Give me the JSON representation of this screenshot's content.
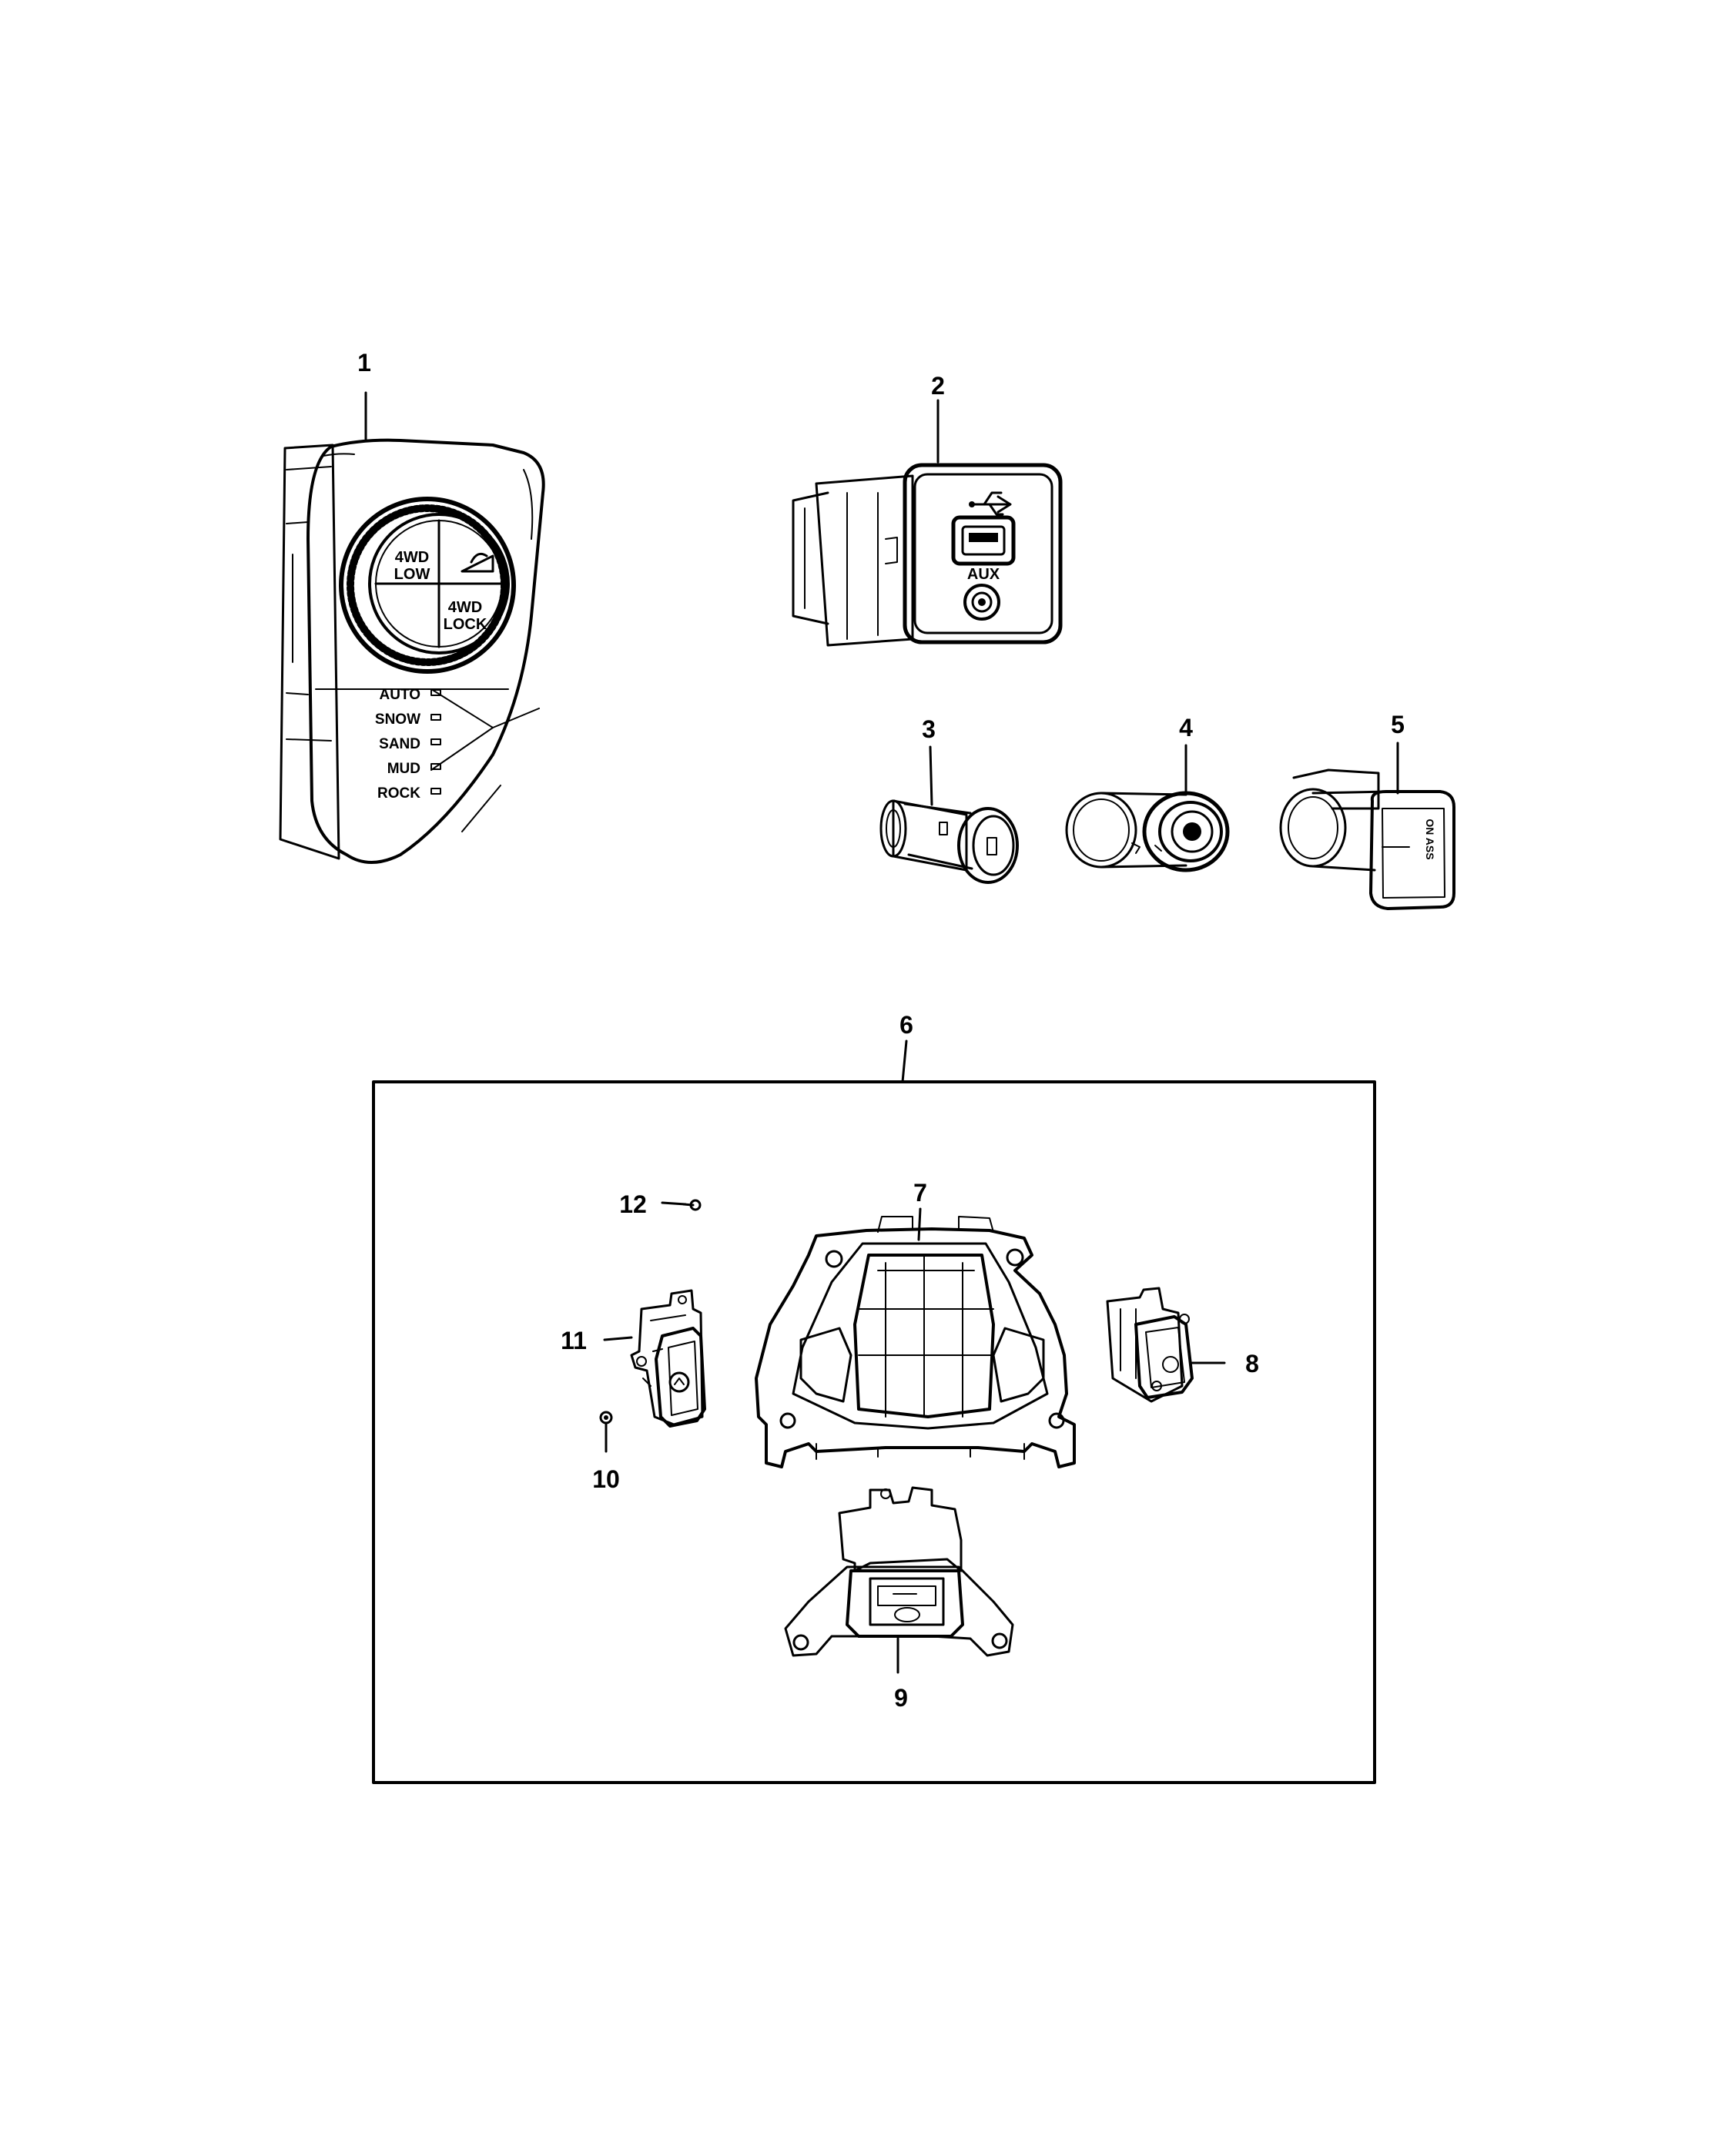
{
  "diagram": {
    "callouts": [
      "1",
      "2",
      "3",
      "4",
      "5",
      "6",
      "7",
      "8",
      "9",
      "10",
      "11",
      "12"
    ],
    "part_1": {
      "knob_labels": {
        "low_top": "4WD",
        "low_bottom": "LOW",
        "lock_top": "4WD",
        "lock_bottom": "LOCK"
      },
      "modes": [
        "AUTO",
        "SNOW",
        "SAND",
        "MUD",
        "ROCK"
      ]
    },
    "part_2": {
      "usb_icon": "usb-icon",
      "aux_label": "AUX"
    },
    "part_5": {
      "label": "ON ASS"
    }
  }
}
